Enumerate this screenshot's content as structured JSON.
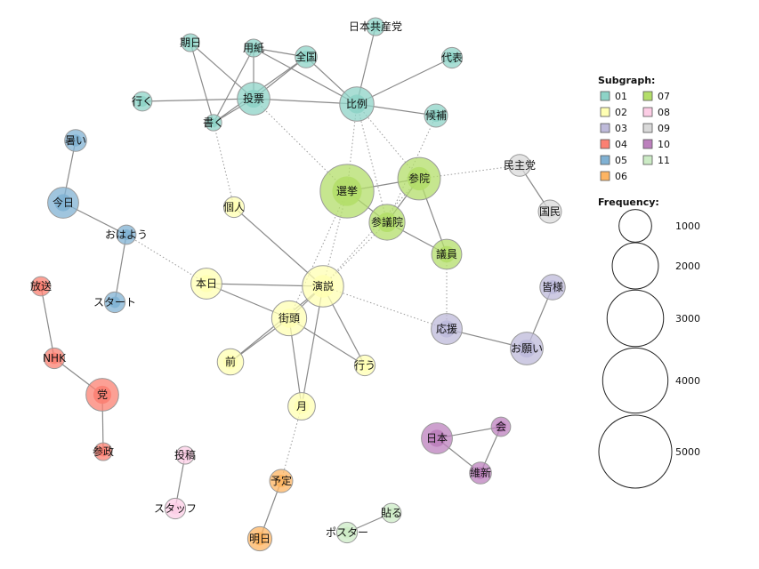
{
  "legend": {
    "subgraph_title": "Subgraph:",
    "frequency_title": "Frequency:",
    "subgraphs": [
      {
        "id": "01",
        "color": "#8dd3c7"
      },
      {
        "id": "02",
        "color": "#ffffb3"
      },
      {
        "id": "03",
        "color": "#bebada"
      },
      {
        "id": "04",
        "color": "#fb8072"
      },
      {
        "id": "05",
        "color": "#80b1d3"
      },
      {
        "id": "06",
        "color": "#fdb462"
      },
      {
        "id": "07",
        "color": "#b3de69"
      },
      {
        "id": "08",
        "color": "#fccde5"
      },
      {
        "id": "09",
        "color": "#d9d9d9"
      },
      {
        "id": "10",
        "color": "#bc80bd"
      },
      {
        "id": "11",
        "color": "#ccebc5"
      }
    ],
    "frequencies": [
      "1000",
      "2000",
      "3000",
      "4000",
      "5000"
    ]
  },
  "nodes": [
    {
      "id": "nihon_kyosanto",
      "label": "日本共産党",
      "group": "01",
      "freq": 300
    },
    {
      "id": "kijitsu",
      "label": "期日",
      "group": "01",
      "freq": 300
    },
    {
      "id": "youshi",
      "label": "用紙",
      "group": "01",
      "freq": 300
    },
    {
      "id": "zenkoku",
      "label": "全国",
      "group": "01",
      "freq": 450
    },
    {
      "id": "daihyou",
      "label": "代表",
      "group": "01",
      "freq": 400
    },
    {
      "id": "iku",
      "label": "行く",
      "group": "01",
      "freq": 350
    },
    {
      "id": "touhyou",
      "label": "投票",
      "group": "01",
      "freq": 1000
    },
    {
      "id": "hirei",
      "label": "比例",
      "group": "01",
      "freq": 1100
    },
    {
      "id": "kouho",
      "label": "候補",
      "group": "01",
      "freq": 500
    },
    {
      "id": "kaku",
      "label": "書く",
      "group": "01",
      "freq": 250
    },
    {
      "id": "kojin",
      "label": "個人",
      "group": "02",
      "freq": 400
    },
    {
      "id": "honjitsu",
      "label": "本日",
      "group": "02",
      "freq": 900
    },
    {
      "id": "enzetsu",
      "label": "演説",
      "group": "02",
      "freq": 1600
    },
    {
      "id": "gaitou",
      "label": "街頭",
      "group": "02",
      "freq": 1150
    },
    {
      "id": "mae",
      "label": "前",
      "group": "02",
      "freq": 650
    },
    {
      "id": "okonau",
      "label": "行う",
      "group": "02",
      "freq": 400
    },
    {
      "id": "tsuki",
      "label": "月",
      "group": "02",
      "freq": 700
    },
    {
      "id": "minasama",
      "label": "皆様",
      "group": "03",
      "freq": 600
    },
    {
      "id": "ouen",
      "label": "応援",
      "group": "03",
      "freq": 900
    },
    {
      "id": "onegai",
      "label": "お願い",
      "group": "03",
      "freq": 1000
    },
    {
      "id": "housou",
      "label": "放送",
      "group": "04",
      "freq": 350
    },
    {
      "id": "nhk",
      "label": "NHK",
      "group": "04",
      "freq": 400
    },
    {
      "id": "tou",
      "label": "党",
      "group": "04",
      "freq": 1000
    },
    {
      "id": "sansei",
      "label": "参政",
      "group": "04",
      "freq": 300
    },
    {
      "id": "atsui",
      "label": "暑い",
      "group": "05",
      "freq": 450
    },
    {
      "id": "kyou",
      "label": "今日",
      "group": "05",
      "freq": 900
    },
    {
      "id": "ohayou",
      "label": "おはよう",
      "group": "05",
      "freq": 350
    },
    {
      "id": "start",
      "label": "スタート",
      "group": "05",
      "freq": 400
    },
    {
      "id": "yotei",
      "label": "予定",
      "group": "06",
      "freq": 500
    },
    {
      "id": "ashita",
      "label": "明日",
      "group": "06",
      "freq": 550
    },
    {
      "id": "senkyo",
      "label": "選挙",
      "group": "07",
      "freq": 2700
    },
    {
      "id": "sanin",
      "label": "参院",
      "group": "07",
      "freq": 1700
    },
    {
      "id": "sangiin",
      "label": "参議院",
      "group": "07",
      "freq": 1200
    },
    {
      "id": "giin",
      "label": "議員",
      "group": "07",
      "freq": 850
    },
    {
      "id": "toukou",
      "label": "投稿",
      "group": "08",
      "freq": 300
    },
    {
      "id": "staff",
      "label": "スタッフ",
      "group": "08",
      "freq": 400
    },
    {
      "id": "minshutou",
      "label": "民主党",
      "group": "09",
      "freq": 450
    },
    {
      "id": "kokumin",
      "label": "国民",
      "group": "09",
      "freq": 500
    },
    {
      "id": "nihon",
      "label": "日本",
      "group": "10",
      "freq": 900
    },
    {
      "id": "kai",
      "label": "会",
      "group": "10",
      "freq": 350
    },
    {
      "id": "ishin",
      "label": "維新",
      "group": "10",
      "freq": 450
    },
    {
      "id": "poster",
      "label": "ポスター",
      "group": "11",
      "freq": 400
    },
    {
      "id": "haru",
      "label": "貼る",
      "group": "11",
      "freq": 350
    }
  ],
  "edges": [
    {
      "source": "nihon_kyosanto",
      "target": "hirei",
      "style": "solid"
    },
    {
      "source": "kijitsu",
      "target": "touhyou",
      "style": "solid"
    },
    {
      "source": "kijitsu",
      "target": "kaku",
      "style": "solid"
    },
    {
      "source": "youshi",
      "target": "touhyou",
      "style": "solid"
    },
    {
      "source": "youshi",
      "target": "zenkoku",
      "style": "solid"
    },
    {
      "source": "youshi",
      "target": "hirei",
      "style": "solid"
    },
    {
      "source": "youshi",
      "target": "kaku",
      "style": "solid"
    },
    {
      "source": "zenkoku",
      "target": "hirei",
      "style": "solid"
    },
    {
      "source": "zenkoku",
      "target": "touhyou",
      "style": "solid"
    },
    {
      "source": "zenkoku",
      "target": "kaku",
      "style": "solid"
    },
    {
      "source": "daihyou",
      "target": "hirei",
      "style": "solid"
    },
    {
      "source": "iku",
      "target": "touhyou",
      "style": "solid"
    },
    {
      "source": "touhyou",
      "target": "hirei",
      "style": "solid"
    },
    {
      "source": "touhyou",
      "target": "kaku",
      "style": "solid"
    },
    {
      "source": "hirei",
      "target": "kouho",
      "style": "solid"
    },
    {
      "source": "touhyou",
      "target": "senkyo",
      "style": "dotted"
    },
    {
      "source": "kaku",
      "target": "kojin",
      "style": "dotted"
    },
    {
      "source": "hirei",
      "target": "senkyo",
      "style": "dotted"
    },
    {
      "source": "hirei",
      "target": "sangiin",
      "style": "dotted"
    },
    {
      "source": "hirei",
      "target": "sanin",
      "style": "dotted"
    },
    {
      "source": "kouho",
      "target": "sangiin",
      "style": "dotted"
    },
    {
      "source": "senkyo",
      "target": "sanin",
      "style": "solid"
    },
    {
      "source": "senkyo",
      "target": "sangiin",
      "style": "solid"
    },
    {
      "source": "sanin",
      "target": "sangiin",
      "style": "solid"
    },
    {
      "source": "sangiin",
      "target": "giin",
      "style": "solid"
    },
    {
      "source": "sanin",
      "target": "giin",
      "style": "solid"
    },
    {
      "source": "sanin",
      "target": "minshutou",
      "style": "dotted"
    },
    {
      "source": "minshutou",
      "target": "kokumin",
      "style": "solid"
    },
    {
      "source": "giin",
      "target": "ouen",
      "style": "dotted"
    },
    {
      "source": "senkyo",
      "target": "enzetsu",
      "style": "dotted"
    },
    {
      "source": "sangiin",
      "target": "enzetsu",
      "style": "dotted"
    },
    {
      "source": "sanin",
      "target": "enzetsu",
      "style": "dotted"
    },
    {
      "source": "senkyo",
      "target": "gaitou",
      "style": "dotted"
    },
    {
      "source": "kojin",
      "target": "enzetsu",
      "style": "solid"
    },
    {
      "source": "honjitsu",
      "target": "enzetsu",
      "style": "solid"
    },
    {
      "source": "honjitsu",
      "target": "gaitou",
      "style": "solid"
    },
    {
      "source": "enzetsu",
      "target": "gaitou",
      "style": "solid"
    },
    {
      "source": "gaitou",
      "target": "mae",
      "style": "solid"
    },
    {
      "source": "enzetsu",
      "target": "mae",
      "style": "solid"
    },
    {
      "source": "gaitou",
      "target": "okonau",
      "style": "solid"
    },
    {
      "source": "enzetsu",
      "target": "okonau",
      "style": "solid"
    },
    {
      "source": "gaitou",
      "target": "tsuki",
      "style": "solid"
    },
    {
      "source": "enzetsu",
      "target": "tsuki",
      "style": "solid"
    },
    {
      "source": "enzetsu",
      "target": "ouen",
      "style": "dotted"
    },
    {
      "source": "ohayou",
      "target": "honjitsu",
      "style": "dotted"
    },
    {
      "source": "tsuki",
      "target": "yotei",
      "style": "dotted"
    },
    {
      "source": "yotei",
      "target": "ashita",
      "style": "solid"
    },
    {
      "source": "ouen",
      "target": "onegai",
      "style": "solid"
    },
    {
      "source": "onegai",
      "target": "minasama",
      "style": "solid"
    },
    {
      "source": "atsui",
      "target": "kyou",
      "style": "solid"
    },
    {
      "source": "kyou",
      "target": "ohayou",
      "style": "solid"
    },
    {
      "source": "ohayou",
      "target": "start",
      "style": "solid"
    },
    {
      "source": "housou",
      "target": "nhk",
      "style": "solid"
    },
    {
      "source": "nhk",
      "target": "tou",
      "style": "solid"
    },
    {
      "source": "tou",
      "target": "sansei",
      "style": "solid"
    },
    {
      "source": "nihon",
      "target": "kai",
      "style": "solid"
    },
    {
      "source": "nihon",
      "target": "ishin",
      "style": "solid"
    },
    {
      "source": "kai",
      "target": "ishin",
      "style": "solid"
    },
    {
      "source": "toukou",
      "target": "staff",
      "style": "solid"
    },
    {
      "source": "poster",
      "target": "haru",
      "style": "solid"
    }
  ]
}
